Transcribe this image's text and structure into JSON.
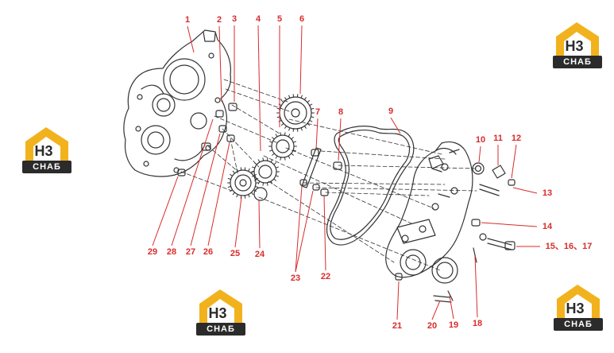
{
  "colors": {
    "line": "#333333",
    "callout": "#d92b2b",
    "logo_gold": "#f2b21d",
    "logo_dark": "#2b2b2b",
    "logo_text": "#ffffff"
  },
  "callouts": [
    "1",
    "2",
    "3",
    "4",
    "5",
    "6",
    "7",
    "8",
    "9",
    "10",
    "11",
    "12",
    "13",
    "14",
    "15、16、17",
    "18",
    "19",
    "20",
    "21",
    "22",
    "23",
    "24",
    "25",
    "26",
    "27",
    "28",
    "29"
  ],
  "logo": {
    "mark": "H3",
    "band": "CHAБ"
  }
}
